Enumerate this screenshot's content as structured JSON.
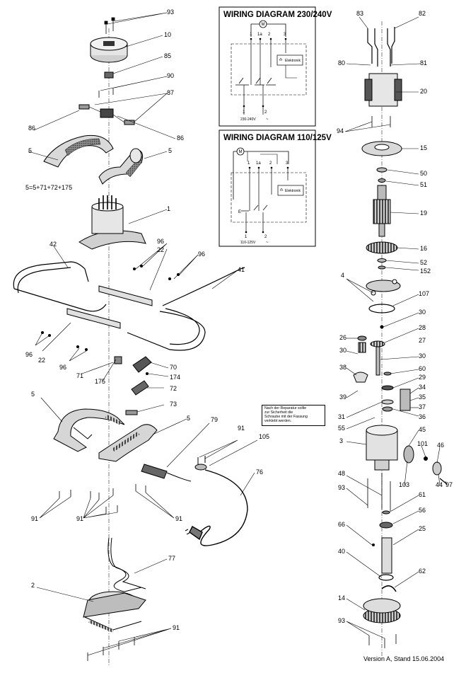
{
  "wiring_230": {
    "title": "WIRING DIAGRAM 230/240V",
    "elektronik": "Elektronik",
    "terminals": [
      "1",
      "1a",
      "2",
      "3"
    ],
    "bottom_terminals": [
      "1",
      "2"
    ],
    "supply": "230-240V",
    "tilde": "~",
    "motor_symbol": "M"
  },
  "wiring_110": {
    "title": "WIRING DIAGRAM 110/125V",
    "elektronik": "Elektronik",
    "terminals": [
      "1",
      "1a",
      "2",
      "3"
    ],
    "bottom_terminals": [
      "1",
      "2"
    ],
    "supply": "110-125V",
    "tilde": "~",
    "motor_symbol": "M",
    "e_label": "E"
  },
  "formula": "5=5+71+72+175",
  "note_lines": [
    "Nach der Reparatur sollte",
    "zur Sicherheit die",
    "Schraube mit der Fassung",
    "verklebt werden."
  ],
  "version": "Version A, Stand 15.06.2004",
  "callouts": {
    "c93a": "93",
    "c10": "10",
    "c85": "85",
    "c90": "90",
    "c87": "87",
    "c86a": "86",
    "c86b": "86",
    "c5a": "5",
    "c5b": "5",
    "c1": "1",
    "c42": "42",
    "c96a": "96",
    "c22a": "22",
    "c96b": "96",
    "c41": "41",
    "c96c": "96",
    "c22b": "22",
    "c96d": "96",
    "c71": "71",
    "c175": "175",
    "c70": "70",
    "c174": "174",
    "c72": "72",
    "c73": "73",
    "c5c": "5",
    "c5d": "5",
    "c79": "79",
    "c91a": "91",
    "c105": "105",
    "c76": "76",
    "c91b": "91",
    "c91c": "91",
    "c91d": "91",
    "c77": "77",
    "c2": "2",
    "c91e": "91",
    "c83": "83",
    "c82": "82",
    "c80": "80",
    "c81": "81",
    "c20": "20",
    "c94": "94",
    "c15": "15",
    "c50": "50",
    "c51": "51",
    "c19": "19",
    "c16": "16",
    "c52": "52",
    "c152": "152",
    "c4": "4",
    "c107": "107",
    "c30a": "30",
    "c26": "26",
    "c28": "28",
    "c30b": "30",
    "c27": "27",
    "c30c": "30",
    "c38": "38",
    "c60": "60",
    "c29": "29",
    "c34": "34",
    "c35": "35",
    "c39": "39",
    "c37": "37",
    "c31": "31",
    "c36": "36",
    "c55": "55",
    "c3": "3",
    "c45": "45",
    "c101": "101",
    "c46": "46",
    "c103": "103",
    "c44": "44",
    "c97": "97",
    "c48": "48",
    "c93b": "93",
    "c61": "61",
    "c56": "56",
    "c66": "66",
    "c25": "25",
    "c40": "40",
    "c62": "62",
    "c14": "14",
    "c93c": "93"
  },
  "colors": {
    "line": "#000000",
    "part_fill": "#d9d9d9",
    "part_dark": "#6b6b6b",
    "grip": "#9a9a9a"
  }
}
